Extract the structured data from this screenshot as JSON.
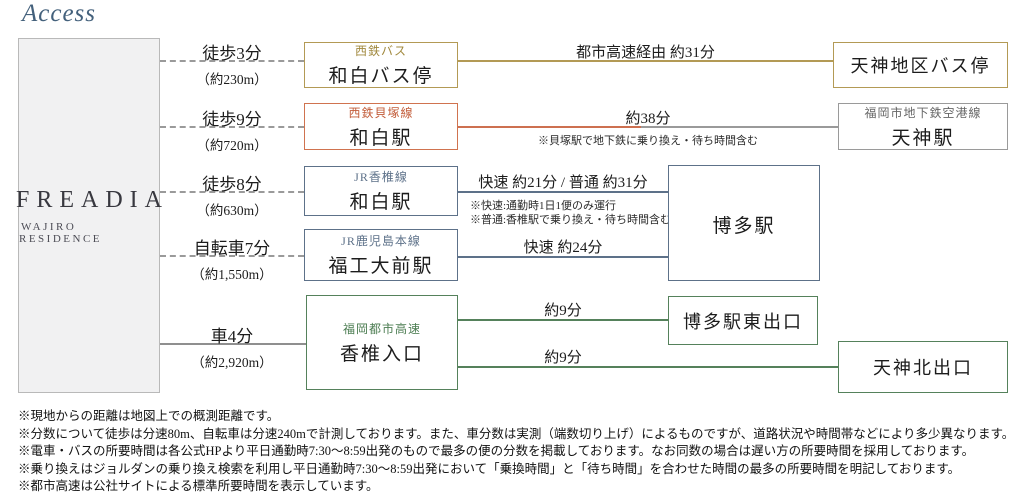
{
  "title": "Access",
  "property": {
    "name": "FREADIA",
    "subname": "WAJIRO RESIDENCE"
  },
  "colors": {
    "title_blue": "#44617c",
    "gold": "#b39a55",
    "red": "#cd7050",
    "blue_gray": "#5d7189",
    "green": "#55815b",
    "gray": "#9a9a9a"
  },
  "origin_links": [
    {
      "mode": "徒歩3分",
      "distance": "（約230m）"
    },
    {
      "mode": "徒歩9分",
      "distance": "（約720m）"
    },
    {
      "mode": "徒歩8分",
      "distance": "（約630m）"
    },
    {
      "mode": "自転車7分",
      "distance": "（約1,550m）"
    },
    {
      "mode": "車4分",
      "distance": "（約2,920m）"
    }
  ],
  "stations": [
    {
      "line": "西鉄バス",
      "name": "和白バス停"
    },
    {
      "line": "西鉄貝塚線",
      "name": "和白駅"
    },
    {
      "line": "JR香椎線",
      "name": "和白駅"
    },
    {
      "line": "JR鹿児島本線",
      "name": "福工大前駅"
    },
    {
      "line": "福岡都市高速",
      "name": "香椎入口"
    }
  ],
  "connections": [
    {
      "label": "都市高速経由 約31分"
    },
    {
      "label": "約38分",
      "note": "※貝塚駅で地下鉄に乗り換え・待ち時間含む"
    },
    {
      "label": "快速 約21分 / 普通 約31分",
      "note1": "※快速:通勤時1日1便のみ運行",
      "note2": "※普通:香椎駅で乗り換え・待ち時間含む"
    },
    {
      "label": "快速 約24分"
    },
    {
      "label": "約9分"
    },
    {
      "label": "約9分"
    }
  ],
  "destinations": [
    {
      "name": "天神地区バス停"
    },
    {
      "line": "福岡市地下鉄空港線",
      "name": "天神駅"
    },
    {
      "name": "博多駅"
    },
    {
      "name": "博多駅東出口"
    },
    {
      "name": "天神北出口"
    }
  ],
  "footnotes": [
    "※現地からの距離は地図上での概測距離です。",
    "※分数について徒歩は分速80m、自転車は分速240mで計測しております。また、車分数は実測（端数切り上げ）によるものですが、道路状況や時間帯などにより多少異なります。",
    "※電車・バスの所要時間は各公式HPより平日通勤時7:30～8:59出発のもので最多の便の分数を掲載しております。なお同数の場合は遅い方の所要時間を採用しております。",
    "※乗り換えはジョルダンの乗り換え検索を利用し平日通勤時7:30～8:59出発において「乗換時間」と「待ち時間」を合わせた時間の最多の所要時間を明記しております。",
    "※都市高速は公社サイトによる標準所要時間を表示しています。"
  ]
}
